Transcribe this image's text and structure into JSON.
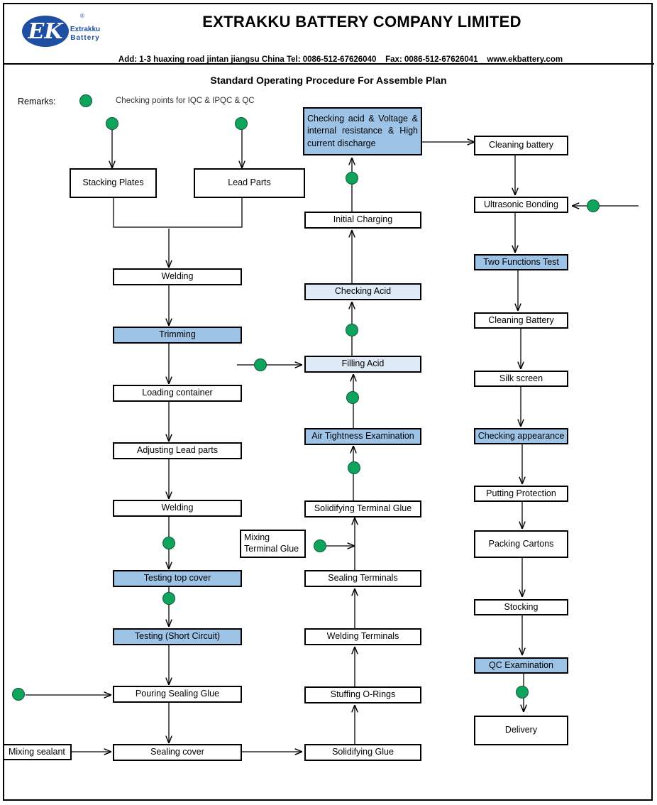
{
  "header": {
    "logo_mark": "EK",
    "logo_brand_line1": "Extrakku",
    "logo_brand_line2": "Battery",
    "logo_registered": "®",
    "company_name": "EXTRAKKU BATTERY COMPANY LIMITED",
    "address_line": "Add: 1-3 huaxing road jintan jiangsu China Tel: 0086-512-67626040    Fax: 0086-512-67626041    www.ekbattery.com"
  },
  "title": "Standard Operating Procedure For Assemble Plan",
  "remarks": {
    "label": "Remarks:",
    "legend_text": "Checking points for IQC & IPQC & QC"
  },
  "steps": {
    "stacking_plates": "Stacking Plates",
    "lead_parts": "Lead Parts",
    "welding_1": "Welding",
    "trimming": "Trimming",
    "loading_container": "Loading container",
    "adjusting_lead_parts": "Adjusting Lead parts",
    "welding_2": "Welding",
    "testing_top_cover": "Testing top cover",
    "testing_short_circuit": "Testing (Short Circuit)",
    "pouring_sealing_glue": "Pouring Sealing Glue",
    "sealing_cover": "Sealing cover",
    "mixing_sealant": "Mixing sealant",
    "solidifying_glue": "Solidifying Glue",
    "stuffing_o_rings": "Stuffing O-Rings",
    "welding_terminals": "Welding Terminals",
    "sealing_terminals": "Sealing Terminals",
    "mixing_terminal_glue": "Mixing Terminal Glue",
    "solidifying_terminal_glue": "Solidifying Terminal Glue",
    "air_tightness_examination": "Air Tightness Examination",
    "filling_acid": "Filling Acid",
    "checking_acid": "Checking Acid",
    "initial_charging": "Initial Charging",
    "checking_acid_voltage": "Checking acid & Voltage & internal resistance & High current discharge",
    "cleaning_battery_1": "Cleaning battery",
    "ultrasonic_bonding": "Ultrasonic Bonding",
    "two_functions_test": "Two Functions Test",
    "cleaning_battery_2": "Cleaning Battery",
    "silk_screen": "Silk screen",
    "checking_appearance": "Checking appearance",
    "putting_protection": "Putting Protection",
    "packing_cartons": "Packing Cartons",
    "stocking": "Stocking",
    "qc_examination": "QC Examination",
    "delivery": "Delivery"
  },
  "colors": {
    "highlight_fill": "#9dc3e6",
    "light_fill": "#deebf7",
    "checkpoint_dot": "#0fa35c",
    "logo_blue": "#1f4fa3"
  }
}
